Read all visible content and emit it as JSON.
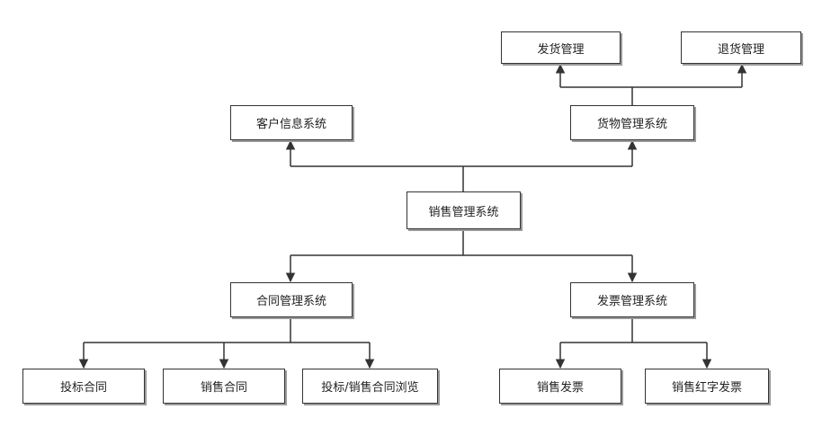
{
  "diagram": {
    "title": "",
    "nodes": {
      "sales_mgmt": "销售管理系统",
      "customer_info": "客户信息系统",
      "goods_mgmt": "货物管理系统",
      "shipping_mgmt": "发货管理",
      "return_mgmt": "退货管理",
      "contract_mgmt": "合同管理系统",
      "invoice_mgmt": "发票管理系统",
      "bid_contract": "投标合同",
      "sales_contract": "销售合同",
      "contract_browse": "投标/销售合同浏览",
      "sales_invoice": "销售发票",
      "red_invoice": "销售红字发票"
    },
    "colors": {
      "line": "#333333",
      "border": "#333333",
      "shadow": "#9a9a9a"
    }
  }
}
